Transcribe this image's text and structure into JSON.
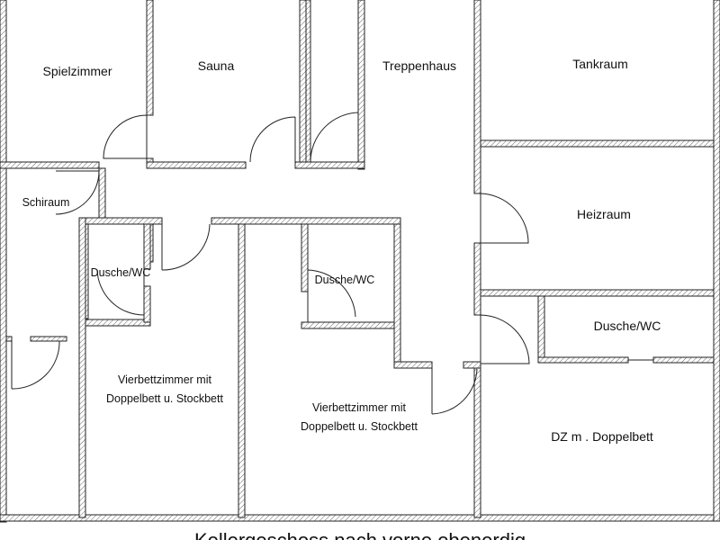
{
  "rooms": {
    "spielzimmer": "Spielzimmer",
    "sauna": "Sauna",
    "treppenhaus": "Treppenhaus",
    "tankraum": "Tankraum",
    "schiraum": "Schiraum",
    "heizraum": "Heizraum",
    "dusche_wc_left": "Dusche/WC",
    "dusche_wc_center": "Dusche/WC",
    "dusche_wc_right": "Dusche/WC",
    "vierbett_left_line1": "Vierbettzimmer mit",
    "vierbett_left_line2": "Doppelbett u. Stockbett",
    "vierbett_center_line1": "Vierbettzimmer mit",
    "vierbett_center_line2": "Doppelbett u. Stockbett",
    "dz": "DZ m . Doppelbett"
  },
  "caption": "Kellergeschoss nach vorne ebenerdig",
  "colors": {
    "wall_fill": "#ffffff",
    "wall_hatch": "#555555",
    "line": "#222222",
    "background": "#ffffff"
  }
}
